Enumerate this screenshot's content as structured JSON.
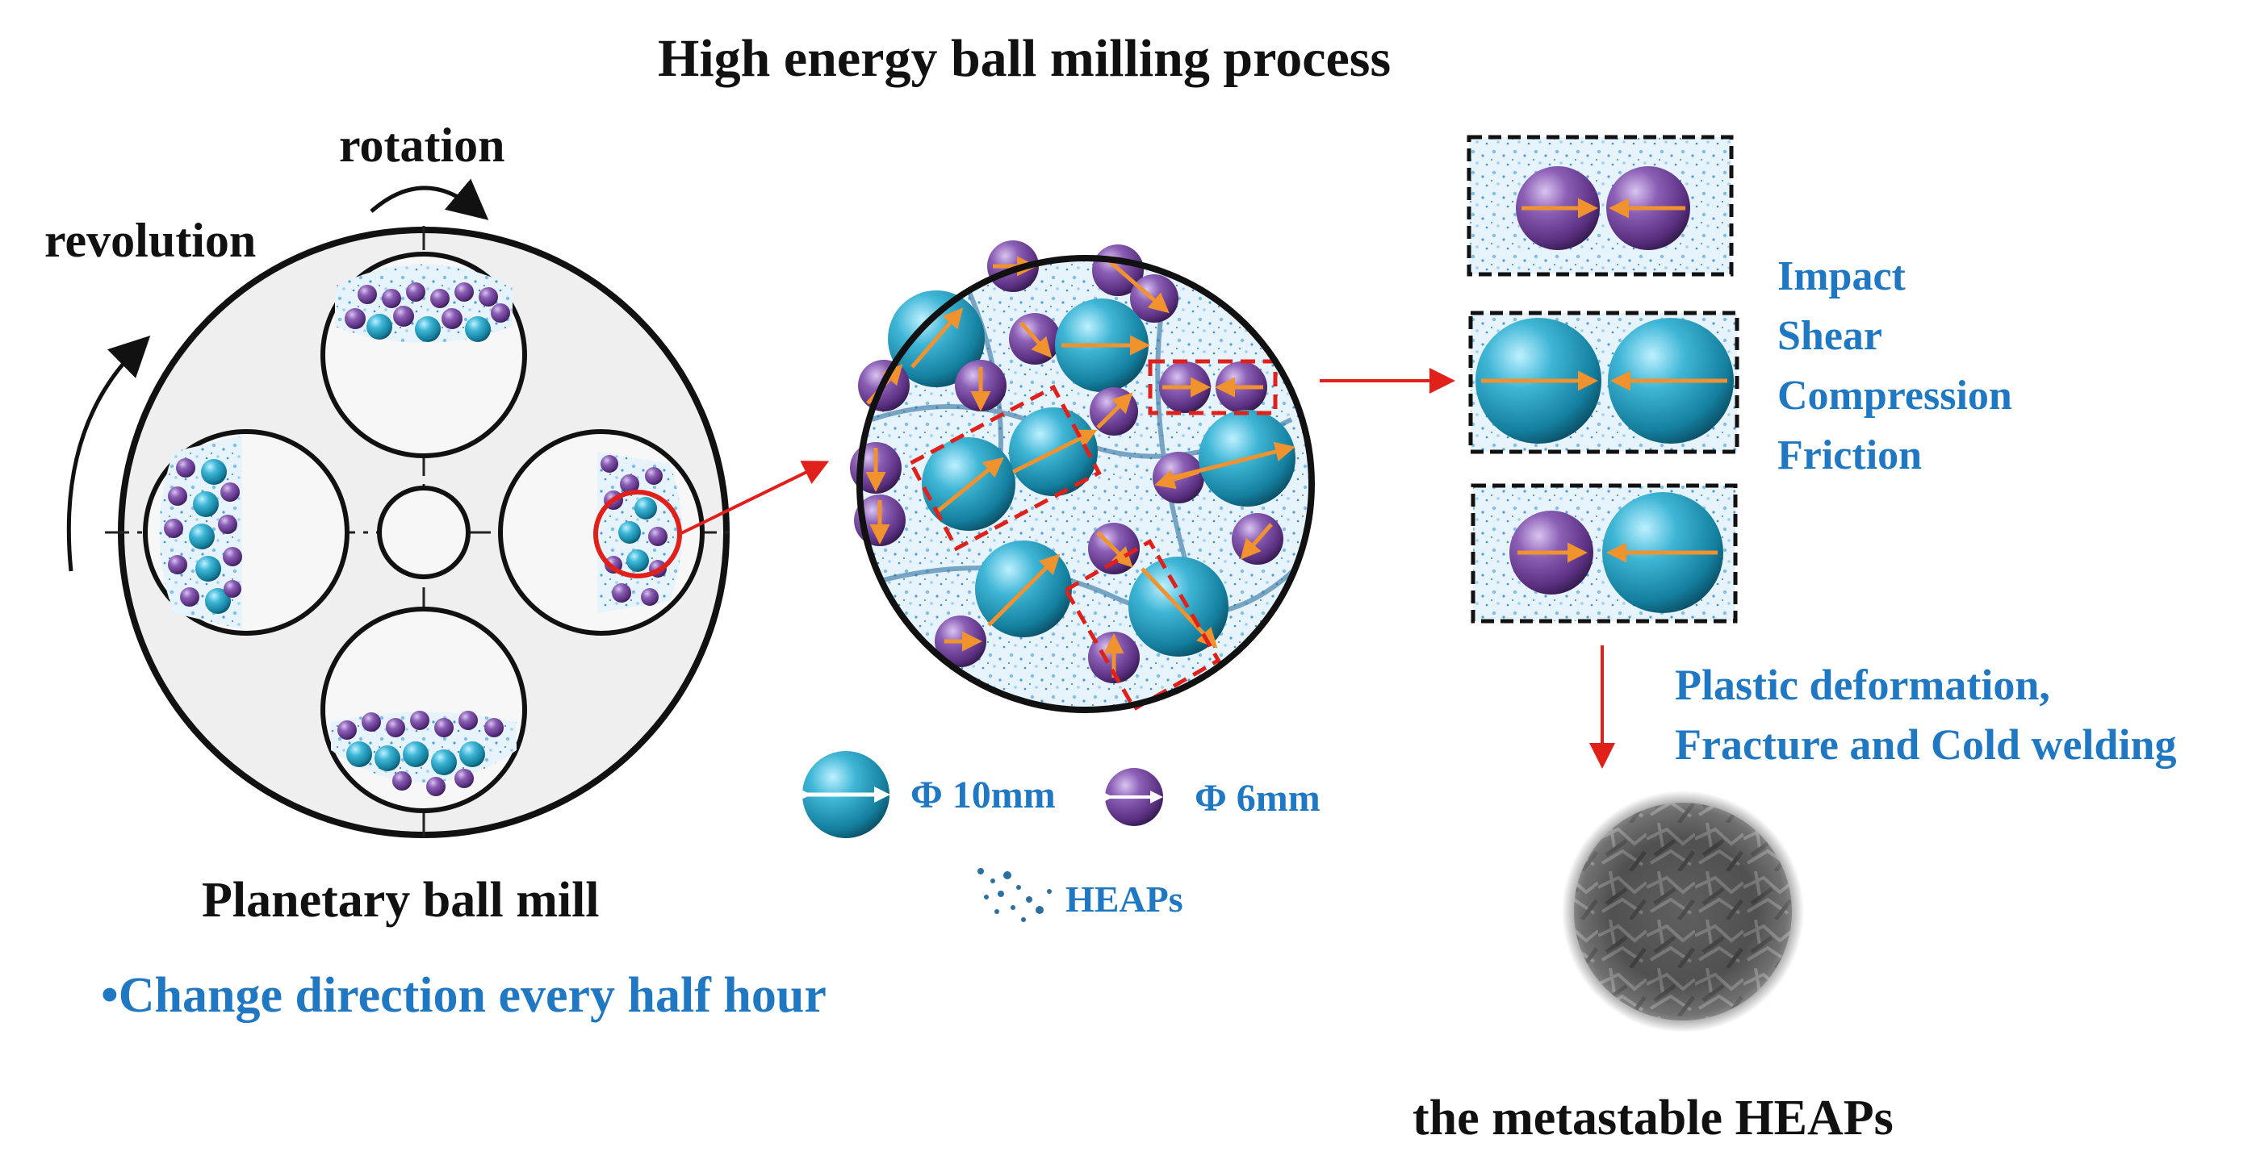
{
  "title": "High energy ball milling process",
  "mill": {
    "rotation_label": "rotation",
    "revolution_label": "revolution",
    "caption": "Planetary ball mill",
    "note": "•Change direction every half hour"
  },
  "legend": {
    "large_ball": "Φ 10mm",
    "small_ball": "Φ 6mm",
    "powder": "HEAPs"
  },
  "mechanisms": [
    "Impact",
    "Shear",
    "Compression",
    "Friction"
  ],
  "deformation": [
    "Plastic deformation,",
    "Fracture and Cold welding"
  ],
  "result_caption": "the metastable HEAPs",
  "colors": {
    "text_blue": "#1f78c1",
    "large_ball": "#1e8fb0",
    "small_ball": "#6a3d8f",
    "force_arrow": "#f0922e",
    "red_accent": "#e0201b",
    "powder": "#5aa8d8"
  }
}
